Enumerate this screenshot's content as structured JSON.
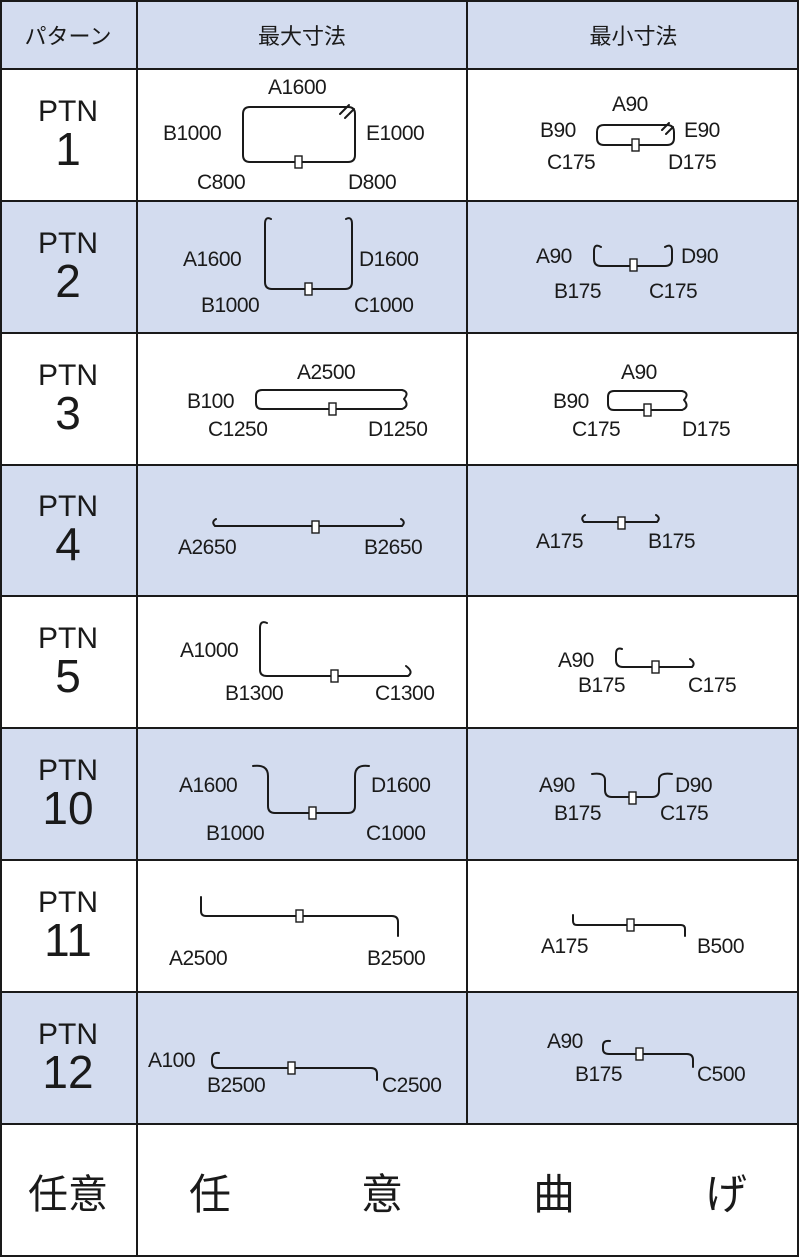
{
  "header": {
    "pattern": "パターン",
    "max": "最大寸法",
    "min": "最小寸法"
  },
  "rows": [
    {
      "prefix": "PTN",
      "num": "1",
      "max_labels": [
        "A1600",
        "B1000",
        "E1000",
        "C800",
        "D800"
      ],
      "min_labels": [
        "A90",
        "B90",
        "E90",
        "C175",
        "D175"
      ]
    },
    {
      "prefix": "PTN",
      "num": "2",
      "max_labels": [
        "A1600",
        "D1600",
        "B1000",
        "C1000"
      ],
      "min_labels": [
        "A90",
        "D90",
        "B175",
        "C175"
      ]
    },
    {
      "prefix": "PTN",
      "num": "3",
      "max_labels": [
        "A2500",
        "B100",
        "C1250",
        "D1250"
      ],
      "min_labels": [
        "A90",
        "B90",
        "C175",
        "D175"
      ]
    },
    {
      "prefix": "PTN",
      "num": "4",
      "max_labels": [
        "A2650",
        "B2650"
      ],
      "min_labels": [
        "A175",
        "B175"
      ]
    },
    {
      "prefix": "PTN",
      "num": "5",
      "max_labels": [
        "A1000",
        "B1300",
        "C1300"
      ],
      "min_labels": [
        "A90",
        "B175",
        "C175"
      ]
    },
    {
      "prefix": "PTN",
      "num": "10",
      "max_labels": [
        "A1600",
        "D1600",
        "B1000",
        "C1000"
      ],
      "min_labels": [
        "A90",
        "D90",
        "B175",
        "C175"
      ]
    },
    {
      "prefix": "PTN",
      "num": "11",
      "max_labels": [
        "A2500",
        "B2500"
      ],
      "min_labels": [
        "A175",
        "B500"
      ]
    },
    {
      "prefix": "PTN",
      "num": "12",
      "max_labels": [
        "A100",
        "B2500",
        "C2500"
      ],
      "min_labels": [
        "A90",
        "B175",
        "C500"
      ]
    }
  ],
  "arbitrary": {
    "label": "任意",
    "description": "任　意　曲　げ"
  }
}
